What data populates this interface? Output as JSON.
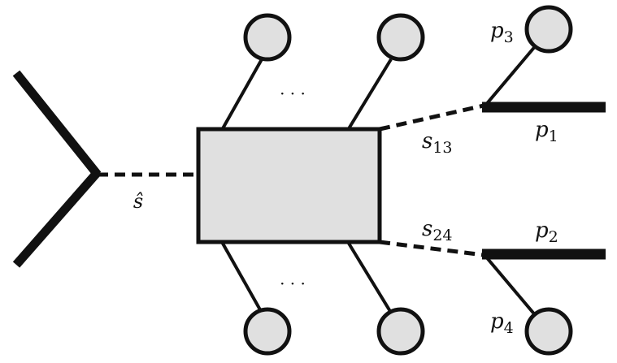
{
  "labels": {
    "s_hat": "ŝ",
    "s13": {
      "base": "s",
      "sub": "13"
    },
    "s24": {
      "base": "s",
      "sub": "24"
    },
    "p1": {
      "base": "p",
      "sub": "1"
    },
    "p2": {
      "base": "p",
      "sub": "2"
    },
    "p3": {
      "base": "p",
      "sub": "3"
    },
    "p4": {
      "base": "p",
      "sub": "4"
    },
    "dots_top": "· · ·",
    "dots_bottom": "· · ·"
  },
  "colors": {
    "stroke": "#111111",
    "fill": "#e0e0e0",
    "background": "#ffffff"
  }
}
